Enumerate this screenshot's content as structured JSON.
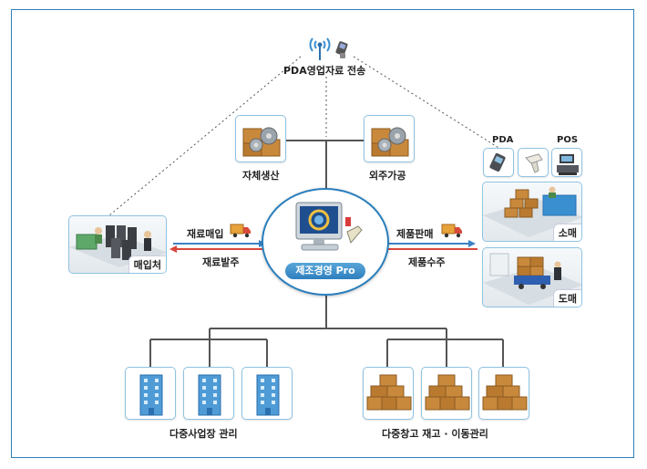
{
  "transmit": {
    "label": "PDA영업자료 전송"
  },
  "production": {
    "self_label": "자체생산",
    "outsource_label": "외주가공"
  },
  "center": {
    "label": "제조경영 Pro"
  },
  "supplier": {
    "label": "매입처"
  },
  "left_flow": {
    "purchase_label": "재료매입",
    "order_label": "재료발주"
  },
  "right_flow": {
    "sale_label": "제품판매",
    "order_label": "제품수주"
  },
  "devices": {
    "pda_label": "PDA",
    "pos_label": "POS"
  },
  "channels": {
    "retail_label": "소매",
    "wholesale_label": "도매"
  },
  "bottom": {
    "sites_label": "다중사업장 관리",
    "warehouse_label": "다중창고 재고 · 이동관리"
  },
  "colors": {
    "frame": "#2f7fb6",
    "arrow_blue": "#3b82c4",
    "arrow_red": "#d9463a",
    "box": "#c9893c"
  }
}
